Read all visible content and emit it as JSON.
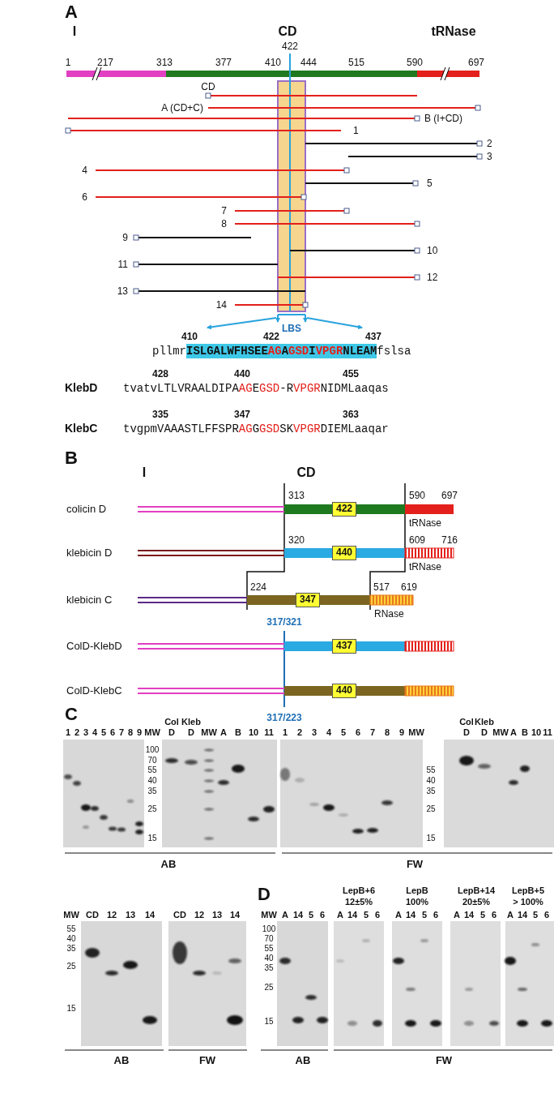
{
  "diagram": {
    "nodes": [
      {
        "text": [
          "ISLGALWFHSEE",
          "AG",
          "A",
          "GSD",
          "I",
          "VPGR",
          "NLEAM"
        ]
      },
      {
        "text": [
          "422"
        ]
      },
      {
        "text": [
          "440"
        ]
      },
      {
        "text": [
          "347"
        ]
      },
      {
        "text": [
          "437"
        ]
      },
      {
        "text": [
          "440"
        ]
      }
    ],
    "labels": [
      "A",
      "I",
      "CD",
      "tRNase",
      "1",
      "217",
      "313",
      "377",
      "410",
      "444",
      "515",
      "590",
      "697",
      "422",
      "CD",
      "A (CD+C)",
      "B (I+CD)",
      "1",
      "2",
      "3",
      "4",
      "5",
      "6",
      "7",
      "8",
      "9",
      "10",
      "11",
      "12",
      "13",
      "14",
      "LBS",
      "410",
      "422",
      "437",
      "pllmr",
      "fslsa",
      "428",
      "440",
      "455",
      "KlebD",
      "tvatvLTLVRAALDIPA",
      "AG",
      "E",
      "GSD",
      "-R",
      "VPGR",
      "NIDMLaaqas",
      "335",
      "347",
      "363",
      "KlebC",
      "tvgpmVAAASTLFFSPR",
      "AG",
      "G",
      "GSD",
      "SK",
      "VPGR",
      "DIEMLaaqar",
      "B",
      "I",
      "CD",
      "colicin D",
      "313",
      "590",
      "697",
      "tRNase",
      "klebicin D",
      "320",
      "609",
      "716",
      "tRNase",
      "klebicin C",
      "224",
      "517",
      "619",
      "RNase",
      "317/321",
      "ColD-KlebD",
      "ColD-KlebC",
      "317/223",
      "C",
      "1",
      "2",
      "3",
      "4",
      "5",
      "6",
      "7",
      "8",
      "9",
      "MW",
      "100",
      "70",
      "55",
      "40",
      "35",
      "25",
      "15",
      "Col",
      "Kleb",
      "D",
      "D",
      "MW",
      "A",
      "B",
      "10",
      "11",
      "AB",
      "1",
      "2",
      "3",
      "4",
      "5",
      "6",
      "7",
      "8",
      "9",
      "MW",
      "55",
      "40",
      "35",
      "25",
      "15",
      "Col",
      "Kleb",
      "D",
      "D",
      "MW",
      "A",
      "B",
      "10",
      "11",
      "FW",
      "MW",
      "CD",
      "12",
      "13",
      "14",
      "55",
      "40",
      "35",
      "25",
      "15",
      "AB",
      "CD",
      "12",
      "13",
      "14",
      "FW",
      "D",
      "MW",
      "A",
      "14",
      "5",
      "6",
      "100",
      "70",
      "55",
      "40",
      "35",
      "25",
      "15",
      "AB",
      "LepB+6",
      "12±5%",
      "A",
      "14",
      "5",
      "6",
      "LepB",
      "100%",
      "A",
      "14",
      "5",
      "6",
      "LepB+14",
      "20±5%",
      "A",
      "14",
      "5",
      "6",
      "LepB+5",
      "> 100%",
      "A",
      "14",
      "5",
      "6",
      "FW"
    ]
  }
}
